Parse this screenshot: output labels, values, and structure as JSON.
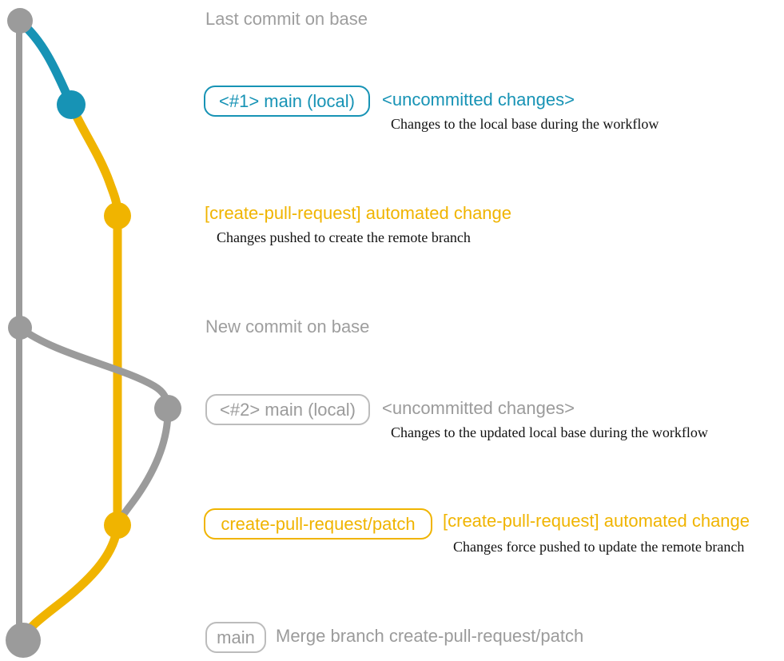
{
  "colors": {
    "gray": "#9b9b9b",
    "border_gray": "#bcbcbc",
    "blue": "#1793b5",
    "yellow": "#f0b400",
    "note_text": "#111111",
    "title_gray": "#9e9e9e"
  },
  "annotations": {
    "last_commit_title": "Last commit on base",
    "new_commit_title": "New commit on base",
    "row1": {
      "badge": "<#1> main (local)",
      "status": "<uncommitted changes>",
      "note": "Changes to the local base during the workflow"
    },
    "row2": {
      "message": "[create-pull-request] automated change",
      "note": "Changes pushed to create the remote branch"
    },
    "row3": {
      "badge": "<#2> main (local)",
      "status": "<uncommitted changes>",
      "note": "Changes to the updated local base during the workflow"
    },
    "row4": {
      "badge": "create-pull-request/patch",
      "message": "[create-pull-request] automated change",
      "note": "Changes force pushed to update the remote branch"
    },
    "row5": {
      "badge": "main",
      "message": "Merge branch create-pull-request/patch"
    }
  },
  "graph": {
    "branches": [
      "base",
      "main-local",
      "create-pull-request/patch"
    ],
    "commit_count": 7
  }
}
